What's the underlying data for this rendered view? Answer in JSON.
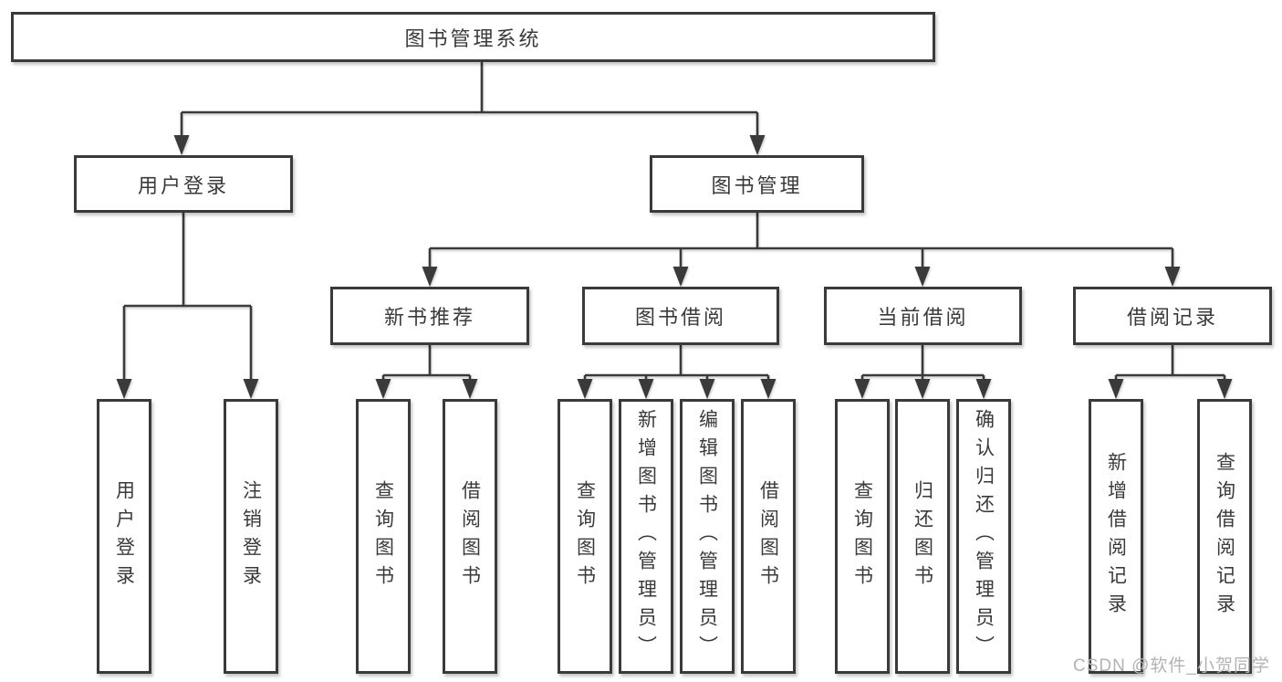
{
  "diagram": {
    "type": "hierarchy-tree",
    "colors": {
      "line": "#3a3a3a",
      "text": "#3a3a3a",
      "box_background": "#ffffff",
      "watermark": "#b3b3b3"
    },
    "tree": {
      "root": {
        "label": "图书管理系统"
      },
      "level2": [
        {
          "label": "用户登录",
          "children": [
            {
              "label": "用户登录"
            },
            {
              "label": "注销登录"
            }
          ]
        },
        {
          "label": "图书管理",
          "children": [
            {
              "label": "新书推荐",
              "children": [
                {
                  "label": "查询图书"
                },
                {
                  "label": "借阅图书"
                }
              ]
            },
            {
              "label": "图书借阅",
              "children": [
                {
                  "label": "查询图书"
                },
                {
                  "label": "新增图书（管理员）"
                },
                {
                  "label": "编辑图书（管理员）"
                },
                {
                  "label": "借阅图书"
                }
              ]
            },
            {
              "label": "当前借阅",
              "children": [
                {
                  "label": "查询图书"
                },
                {
                  "label": "归还图书"
                },
                {
                  "label": "确认归还（管理员）"
                }
              ]
            },
            {
              "label": "借阅记录",
              "children": [
                {
                  "label": "新增借阅记录"
                },
                {
                  "label": "查询借阅记录"
                }
              ]
            }
          ]
        }
      ]
    },
    "watermark": {
      "text": "CSDN @软件_小贺同学"
    }
  }
}
